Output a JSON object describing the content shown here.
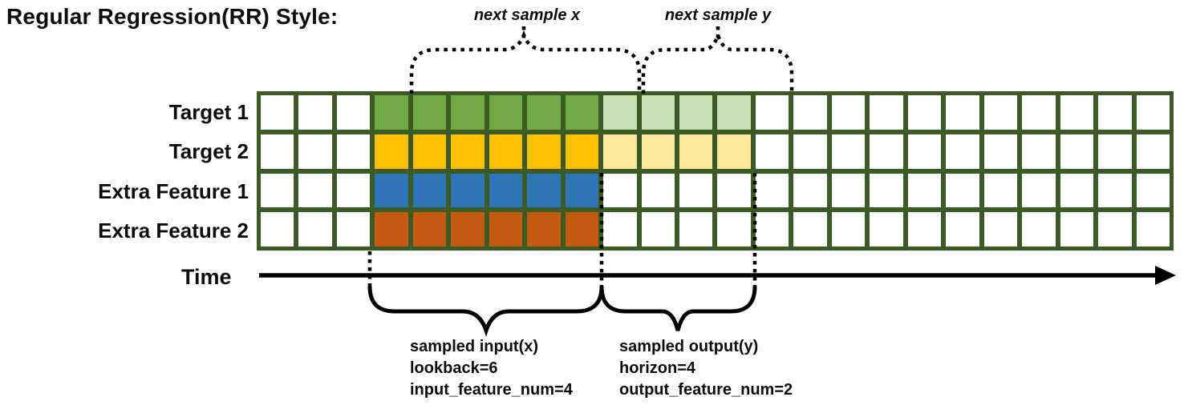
{
  "title": "Regular Regression(RR) Style:",
  "colors": {
    "grid_border": "#3b5a25",
    "ink": "#0d0d0d"
  },
  "grid": {
    "total_columns": 24,
    "input_start_column": 3,
    "lookback": 6,
    "horizon": 4,
    "rows": [
      {
        "label": "Target 1",
        "input_color": "#6FAA47",
        "output_color": "#C5E0B4"
      },
      {
        "label": "Target 2",
        "input_color": "#FFC000",
        "output_color": "#FFE699"
      },
      {
        "label": "Extra Feature 1",
        "input_color": "#2E75B6",
        "output_color": null
      },
      {
        "label": "Extra Feature 2",
        "input_color": "#C55A11",
        "output_color": null
      }
    ]
  },
  "annotations": {
    "next_sample_x": "next sample x",
    "next_sample_y": "next sample y",
    "time_label": "Time",
    "input_caption": [
      "sampled input(x)",
      "lookback=6",
      "input_feature_num=4"
    ],
    "output_caption": [
      "sampled output(y)",
      "horizon=4",
      "output_feature_num=2"
    ]
  }
}
